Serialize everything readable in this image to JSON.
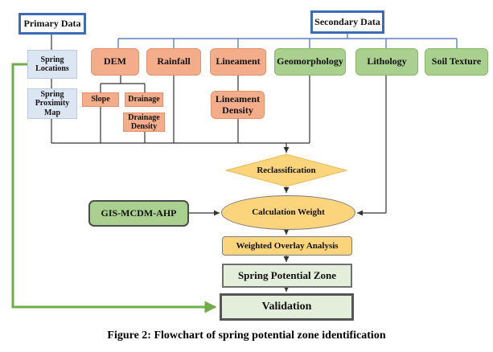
{
  "nodes": {
    "primary": "Primary Data",
    "secondary": "Secondary Data",
    "spring_locations": "Spring Locations",
    "spring_proximity": "Spring Proximity Map",
    "dem": "DEM",
    "rainfall": "Rainfall",
    "lineament": "Lineament",
    "geomorphology": "Geomorphology",
    "lithology": "Lithology",
    "soil_texture": "Soil Texture",
    "slope": "Slope",
    "drainage": "Drainage",
    "drainage_density": "Drainage Density",
    "lineament_density": "Lineament Density",
    "reclassification": "Reclassification",
    "gis": "GIS-MCDM-AHP",
    "calculation_weight": "Calculation Weight",
    "weighted_overlay": "Weighted Overlay Analysis",
    "spring_potential": "Spring Potential Zone",
    "validation": "Validation"
  },
  "caption": "Figure 2: Flowchart of spring potential zone identification",
  "colors": {
    "header_border": "#3d6bb5",
    "orange": "#f4ad8a",
    "green": "#a9d08e",
    "yellow": "#fbd47c",
    "pale_green": "#e3efda",
    "blue_box": "#dce6f3",
    "validation_arrow": "#70ad47"
  }
}
